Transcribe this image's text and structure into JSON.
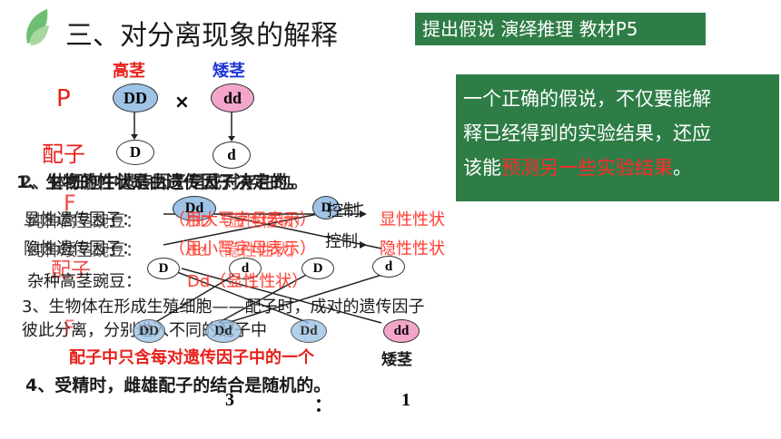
{
  "title": "三、对分离现象的解释",
  "tag": "提出假说 演绎推理 教材P5",
  "note": {
    "line1": "一个正确的假说，不仅要能解",
    "line2": "释已经得到的实验结果，还应",
    "line3_pre": "该能",
    "line3_hl": "预测另一些实验结果",
    "line3_post": "。"
  },
  "labels": {
    "tall": "高茎",
    "short": "矮茎",
    "p": "P",
    "cross": "×",
    "gamete": "配子",
    "f1": "F",
    "gamete2": "配子",
    "f2": "F",
    "short2": "矮茎"
  },
  "cells": {
    "DD": "DD",
    "dd": "dd",
    "D": "D",
    "d": "d",
    "Dd": "Dd"
  },
  "statements": {
    "s1": "1、生物的性状是由遗传因子决定的。",
    "s2": "2、体细胞中遗传因子是成对存在的。",
    "dominant": "显性遗传因子：",
    "dominant_paren": "（用大写字母表示）",
    "dominant_control": "控制",
    "dominant_trait": "显性性状",
    "recessive": "隐性遗传因子：",
    "recessive_paren": "（用小写字母表示）",
    "recessive_control": "控制",
    "recessive_trait": "隐性性状",
    "pure_tall": "纯种高茎豌豆：",
    "pure_tall_val": "DD（显性性状）",
    "pure_short": "纯种矮茎豌豆：",
    "pure_short_val": "dd（隐性性状）",
    "hybrid": "杂种高茎豌豆：",
    "hybrid_val": "Dd（显性性状）",
    "s3a": "3、生物体在形成生殖细胞——配子时，成对的遗传因子",
    "s3b": "彼此分离，分别进入不同的配子中",
    "s3c": "配子中只含每对遗传因子中的一个",
    "s4": "4、受精时，雌雄配子的结合是随机的。"
  },
  "ratio": {
    "left": "3",
    "colon": "：",
    "right": "1"
  }
}
